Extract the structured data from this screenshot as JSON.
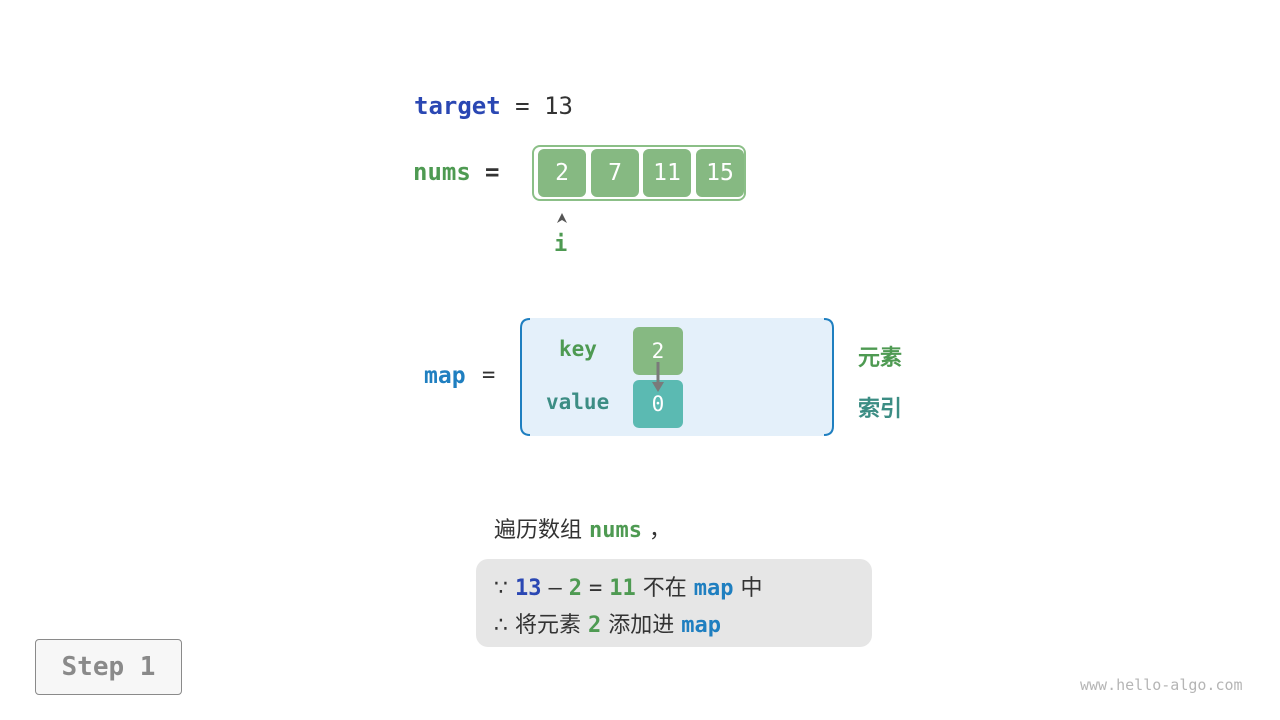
{
  "target": {
    "label": "target",
    "operator": " = ",
    "value": "13"
  },
  "nums": {
    "label": "nums",
    "operator": "=",
    "values": [
      "2",
      "7",
      "11",
      "15"
    ],
    "pointer_label": "i"
  },
  "map": {
    "label": "map",
    "operator": "=",
    "key_label": "key",
    "value_label": "value",
    "entries": [
      {
        "key": "2",
        "value": "0"
      }
    ],
    "side_labels": {
      "key": "元素",
      "value": "索引"
    }
  },
  "explanation": {
    "heading_prefix": "遍历数组 ",
    "heading_var": "nums",
    "heading_suffix": " ，",
    "line1": {
      "symbol": "∵",
      "target": "13",
      "minus": "–",
      "num": "2",
      "equals": "=",
      "diff": "11",
      "text_not_in": "不在",
      "map": "map",
      "text_in": "中"
    },
    "line2": {
      "symbol": "∴",
      "text_add": "将元素",
      "num": "2",
      "text_into": "添加进",
      "map": "map"
    }
  },
  "step": {
    "label": "Step 1"
  },
  "watermark": "www.hello-algo.com",
  "colors": {
    "target_keyword": "#2a47b3",
    "nums_keyword": "#4e9a52",
    "map_keyword": "#1f7fc0",
    "array_cell": "#86b982",
    "value_cell": "#5bbab2",
    "map_background": "#e4f0fa",
    "explain_background": "#e6e6e6"
  }
}
